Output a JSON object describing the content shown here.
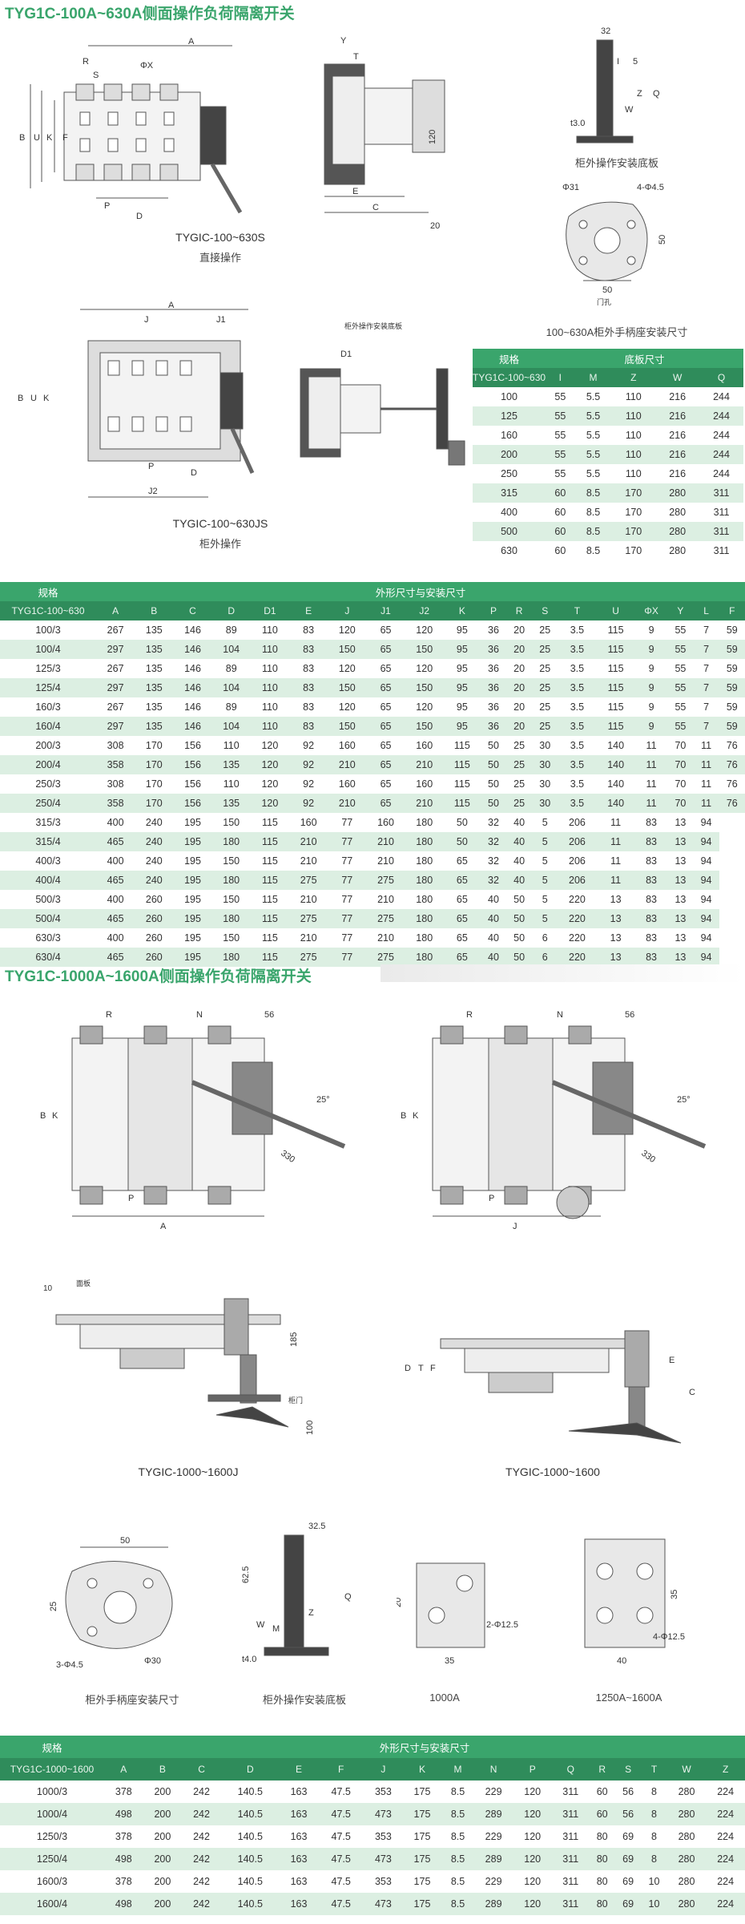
{
  "section1": {
    "title": "TYG1C-100A~630A侧面操作负荷隔离开关",
    "caption_direct_model": "TYGIC-100~630S",
    "caption_direct_type": "直接操作",
    "caption_cabinet_model": "TYGIC-100~630JS",
    "caption_cabinet_type": "柜外操作",
    "caption_plate": "柜外操作安装底板",
    "caption_handle": "100~630A柜外手柄座安装尺寸",
    "label_cabinet_plate": "柜外操作安装底板",
    "label_door": "门孔"
  },
  "table_small": {
    "header_left": "规格",
    "header_right": "底板尺寸",
    "sub_headers": [
      "TYG1C-100~630",
      "I",
      "M",
      "Z",
      "W",
      "Q"
    ],
    "rows": [
      [
        "100",
        "55",
        "5.5",
        "110",
        "216",
        "244"
      ],
      [
        "125",
        "55",
        "5.5",
        "110",
        "216",
        "244"
      ],
      [
        "160",
        "55",
        "5.5",
        "110",
        "216",
        "244"
      ],
      [
        "200",
        "55",
        "5.5",
        "110",
        "216",
        "244"
      ],
      [
        "250",
        "55",
        "5.5",
        "110",
        "216",
        "244"
      ],
      [
        "315",
        "60",
        "8.5",
        "170",
        "280",
        "311"
      ],
      [
        "400",
        "60",
        "8.5",
        "170",
        "280",
        "311"
      ],
      [
        "500",
        "60",
        "8.5",
        "170",
        "280",
        "311"
      ],
      [
        "630",
        "60",
        "8.5",
        "170",
        "280",
        "311"
      ]
    ]
  },
  "table_main": {
    "header_left": "规格",
    "header_right": "外形尺寸与安装尺寸",
    "sub_headers": [
      "TYG1C-100~630",
      "A",
      "B",
      "C",
      "D",
      "D1",
      "E",
      "J",
      "J1",
      "J2",
      "K",
      "P",
      "R",
      "S",
      "T",
      "U",
      "ΦX",
      "Y",
      "L",
      "F"
    ],
    "rows": [
      [
        "100/3",
        "267",
        "135",
        "146",
        "89",
        "110",
        "83",
        "120",
        "65",
        "120",
        "95",
        "36",
        "20",
        "25",
        "3.5",
        "115",
        "9",
        "55",
        "7",
        "59"
      ],
      [
        "100/4",
        "297",
        "135",
        "146",
        "104",
        "110",
        "83",
        "150",
        "65",
        "150",
        "95",
        "36",
        "20",
        "25",
        "3.5",
        "115",
        "9",
        "55",
        "7",
        "59"
      ],
      [
        "125/3",
        "267",
        "135",
        "146",
        "89",
        "110",
        "83",
        "120",
        "65",
        "120",
        "95",
        "36",
        "20",
        "25",
        "3.5",
        "115",
        "9",
        "55",
        "7",
        "59"
      ],
      [
        "125/4",
        "297",
        "135",
        "146",
        "104",
        "110",
        "83",
        "150",
        "65",
        "150",
        "95",
        "36",
        "20",
        "25",
        "3.5",
        "115",
        "9",
        "55",
        "7",
        "59"
      ],
      [
        "160/3",
        "267",
        "135",
        "146",
        "89",
        "110",
        "83",
        "120",
        "65",
        "120",
        "95",
        "36",
        "20",
        "25",
        "3.5",
        "115",
        "9",
        "55",
        "7",
        "59"
      ],
      [
        "160/4",
        "297",
        "135",
        "146",
        "104",
        "110",
        "83",
        "150",
        "65",
        "150",
        "95",
        "36",
        "20",
        "25",
        "3.5",
        "115",
        "9",
        "55",
        "7",
        "59"
      ],
      [
        "200/3",
        "308",
        "170",
        "156",
        "110",
        "120",
        "92",
        "160",
        "65",
        "160",
        "115",
        "50",
        "25",
        "30",
        "3.5",
        "140",
        "11",
        "70",
        "11",
        "76"
      ],
      [
        "200/4",
        "358",
        "170",
        "156",
        "135",
        "120",
        "92",
        "210",
        "65",
        "210",
        "115",
        "50",
        "25",
        "30",
        "3.5",
        "140",
        "11",
        "70",
        "11",
        "76"
      ],
      [
        "250/3",
        "308",
        "170",
        "156",
        "110",
        "120",
        "92",
        "160",
        "65",
        "160",
        "115",
        "50",
        "25",
        "30",
        "3.5",
        "140",
        "11",
        "70",
        "11",
        "76"
      ],
      [
        "250/4",
        "358",
        "170",
        "156",
        "135",
        "120",
        "92",
        "210",
        "65",
        "210",
        "115",
        "50",
        "25",
        "30",
        "3.5",
        "140",
        "11",
        "70",
        "11",
        "76"
      ],
      [
        "315/3",
        "400",
        "240",
        "195",
        "150",
        "115",
        "160",
        "77",
        "160",
        "180",
        "50",
        "32",
        "40",
        "5",
        "206",
        "11",
        "83",
        "13",
        "94"
      ],
      [
        "315/4",
        "465",
        "240",
        "195",
        "180",
        "115",
        "210",
        "77",
        "210",
        "180",
        "50",
        "32",
        "40",
        "5",
        "206",
        "11",
        "83",
        "13",
        "94"
      ],
      [
        "400/3",
        "400",
        "240",
        "195",
        "150",
        "115",
        "210",
        "77",
        "210",
        "180",
        "65",
        "32",
        "40",
        "5",
        "206",
        "11",
        "83",
        "13",
        "94"
      ],
      [
        "400/4",
        "465",
        "240",
        "195",
        "180",
        "115",
        "275",
        "77",
        "275",
        "180",
        "65",
        "32",
        "40",
        "5",
        "206",
        "11",
        "83",
        "13",
        "94"
      ],
      [
        "500/3",
        "400",
        "260",
        "195",
        "150",
        "115",
        "210",
        "77",
        "210",
        "180",
        "65",
        "40",
        "50",
        "5",
        "220",
        "13",
        "83",
        "13",
        "94"
      ],
      [
        "500/4",
        "465",
        "260",
        "195",
        "180",
        "115",
        "275",
        "77",
        "275",
        "180",
        "65",
        "40",
        "50",
        "5",
        "220",
        "13",
        "83",
        "13",
        "94"
      ],
      [
        "630/3",
        "400",
        "260",
        "195",
        "150",
        "115",
        "210",
        "77",
        "210",
        "180",
        "65",
        "40",
        "50",
        "6",
        "220",
        "13",
        "83",
        "13",
        "94"
      ],
      [
        "630/4",
        "465",
        "260",
        "195",
        "180",
        "115",
        "275",
        "77",
        "275",
        "180",
        "65",
        "40",
        "50",
        "6",
        "220",
        "13",
        "83",
        "13",
        "94"
      ]
    ]
  },
  "section2": {
    "title": "TYG1C-1000A~1600A侧面操作负荷隔离开关",
    "caption_j": "TYGIC-1000~1600J",
    "caption_std": "TYGIC-1000~1600",
    "caption_handle": "柜外手柄座安装尺寸",
    "caption_plate": "柜外操作安装底板",
    "caption_1000": "1000A",
    "caption_1250": "1250A~1600A",
    "label_panel": "面板",
    "label_door": "柜门"
  },
  "table_large": {
    "header_left": "规格",
    "header_right": "外形尺寸与安装尺寸",
    "sub_headers": [
      "TYG1C-1000~1600",
      "A",
      "B",
      "C",
      "D",
      "E",
      "F",
      "J",
      "K",
      "M",
      "N",
      "P",
      "Q",
      "R",
      "S",
      "T",
      "W",
      "Z"
    ],
    "rows": [
      [
        "1000/3",
        "378",
        "200",
        "242",
        "140.5",
        "163",
        "47.5",
        "353",
        "175",
        "8.5",
        "229",
        "120",
        "311",
        "60",
        "56",
        "8",
        "280",
        "224"
      ],
      [
        "1000/4",
        "498",
        "200",
        "242",
        "140.5",
        "163",
        "47.5",
        "473",
        "175",
        "8.5",
        "289",
        "120",
        "311",
        "60",
        "56",
        "8",
        "280",
        "224"
      ],
      [
        "1250/3",
        "378",
        "200",
        "242",
        "140.5",
        "163",
        "47.5",
        "353",
        "175",
        "8.5",
        "229",
        "120",
        "311",
        "80",
        "69",
        "8",
        "280",
        "224"
      ],
      [
        "1250/4",
        "498",
        "200",
        "242",
        "140.5",
        "163",
        "47.5",
        "473",
        "175",
        "8.5",
        "289",
        "120",
        "311",
        "80",
        "69",
        "8",
        "280",
        "224"
      ],
      [
        "1600/3",
        "378",
        "200",
        "242",
        "140.5",
        "163",
        "47.5",
        "353",
        "175",
        "8.5",
        "229",
        "120",
        "311",
        "80",
        "69",
        "10",
        "280",
        "224"
      ],
      [
        "1600/4",
        "498",
        "200",
        "242",
        "140.5",
        "163",
        "47.5",
        "473",
        "175",
        "8.5",
        "289",
        "120",
        "311",
        "80",
        "69",
        "10",
        "280",
        "224"
      ]
    ]
  },
  "dim_labels": {
    "d32": "32",
    "d5": "5",
    "d120": "120",
    "d20": "20",
    "d50": "50",
    "d31": "Φ31",
    "d4phi45": "4-Φ4.5",
    "d56": "56",
    "d25deg": "25°",
    "d330": "330",
    "d10": "10",
    "d185": "185",
    "d100": "100",
    "d325": "32.5",
    "d625": "62.5",
    "d30": "Φ30",
    "d3phi45": "3-Φ4.5",
    "d25": "25",
    "d2phi125": "2-Φ12.5",
    "d35": "35",
    "d40": "40",
    "d4phi125": "4-Φ12.5",
    "t30": "t3.0",
    "t40": "t4.0"
  },
  "colors": {
    "accent": "#3aa56c",
    "accent_dark": "#2f8c5b",
    "row_alt": "#dcefe2"
  }
}
